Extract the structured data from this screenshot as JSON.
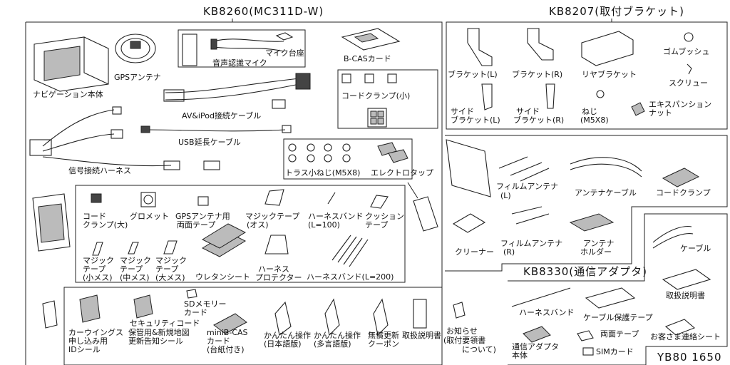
{
  "header": {
    "kit_main": "KB8260(MC311D-W)",
    "kit_bracket": "KB8207(取付ブラケット)",
    "kit_adapter": "KB8330(通信アダプタ)",
    "code": "YB80 1650"
  },
  "main_parts": {
    "nav_unit": "ナビゲーション本体",
    "gps_antenna": "GPSアンテナ",
    "voice_mic": "音声認識マイク",
    "mic_base": "マイク台座",
    "bcas_card": "B-CASカード",
    "av_ipod_cable": "AV&iPod接続ケーブル",
    "cord_clamp_small": "コードクランプ(小)",
    "usb_ext_cable": "USB延長ケーブル",
    "signal_harness": "信号接続ハーネス",
    "truss_screw": "トラス小ねじ(M5X8)",
    "electro_tap": "エレクトロタップ"
  },
  "accessories": {
    "cord_clamp_large_1": "コード",
    "cord_clamp_large_2": "クランプ(大)",
    "grommet": "グロメット",
    "gps_tape_1": "GPSアンテナ用",
    "gps_tape_2": "両面テープ",
    "magic_tape_male": "マジックテープ",
    "magic_tape_male_2": "(オス)",
    "harness_band_100": "ハーネスバンド",
    "harness_band_100_2": "(L=100)",
    "cushion_tape_1": "クッション",
    "cushion_tape_2": "テープ",
    "magic_female_s_1": "マジック",
    "magic_female_s_2": "テープ",
    "magic_female_s_3": "(小メス)",
    "magic_female_m_1": "マジック",
    "magic_female_m_2": "テープ",
    "magic_female_m_3": "(中メス)",
    "magic_female_l_1": "マジック",
    "magic_female_l_2": "テープ",
    "magic_female_l_3": "(大メス)",
    "urethane_sheet": "ウレタンシート",
    "harness_protector_1": "ハーネス",
    "harness_protector_2": "プロテクター",
    "harness_band_200": "ハーネスバンド(L=200)"
  },
  "documents": {
    "carwings_1": "カーウイングス",
    "carwings_2": "申し込み用",
    "carwings_3": "IDシール",
    "security_1": "セキュリティコード",
    "security_2": "保管用&新規地図",
    "security_3": "更新告知シール",
    "sd_card_1": "SDメモリー",
    "sd_card_2": "カード",
    "mini_bcas_1": "miniB-CAS",
    "mini_bcas_2": "カード",
    "mini_bcas_3": "(台紙付き)",
    "quick_jp_1": "かんたん操作",
    "quick_jp_2": "(日本語版)",
    "quick_ml_1": "かんたん操作",
    "quick_ml_2": "(多言語版)",
    "free_update_1": "無償更新",
    "free_update_2": "クーポン",
    "manual": "取扱説明書",
    "notice_1": "お知らせ",
    "notice_2": "(取付要領書",
    "notice_3": "について)"
  },
  "bracket_parts": {
    "bracket_l": "ブラケット(L)",
    "bracket_r": "ブラケット(R)",
    "rear_bracket": "リヤブラケット",
    "rubber_bush": "ゴムブッシュ",
    "screw": "スクリュー",
    "side_bracket_l_1": "サイド",
    "side_bracket_l_2": "ブラケット(L)",
    "side_bracket_r_1": "サイド",
    "side_bracket_r_2": "ブラケット(R)",
    "bolt_1": "ねじ",
    "bolt_2": "(M5X8)",
    "expansion_nut_1": "エキスパンション",
    "expansion_nut_2": "ナット"
  },
  "antenna_parts": {
    "film_antenna_l_1": "フィルムアンテナ",
    "film_antenna_l_2": "(L)",
    "antenna_cable": "アンテナケーブル",
    "cord_clamp": "コードクランプ",
    "cleaner": "クリーナー",
    "film_antenna_r_1": "フィルムアンテナ",
    "film_antenna_r_2": "(R)",
    "antenna_holder_1": "アンテナ",
    "antenna_holder_2": "ホルダー"
  },
  "adapter_parts": {
    "cable": "ケーブル",
    "manual": "取扱説明書",
    "harness_band": "ハーネスバンド",
    "cable_tape": "ケーブル保護テープ",
    "double_tape": "両面テープ",
    "contact_sheet": "お客さま連絡シート",
    "adapter_1": "通信アダプタ",
    "adapter_2": "本体",
    "sim_card": "SIMカード"
  }
}
